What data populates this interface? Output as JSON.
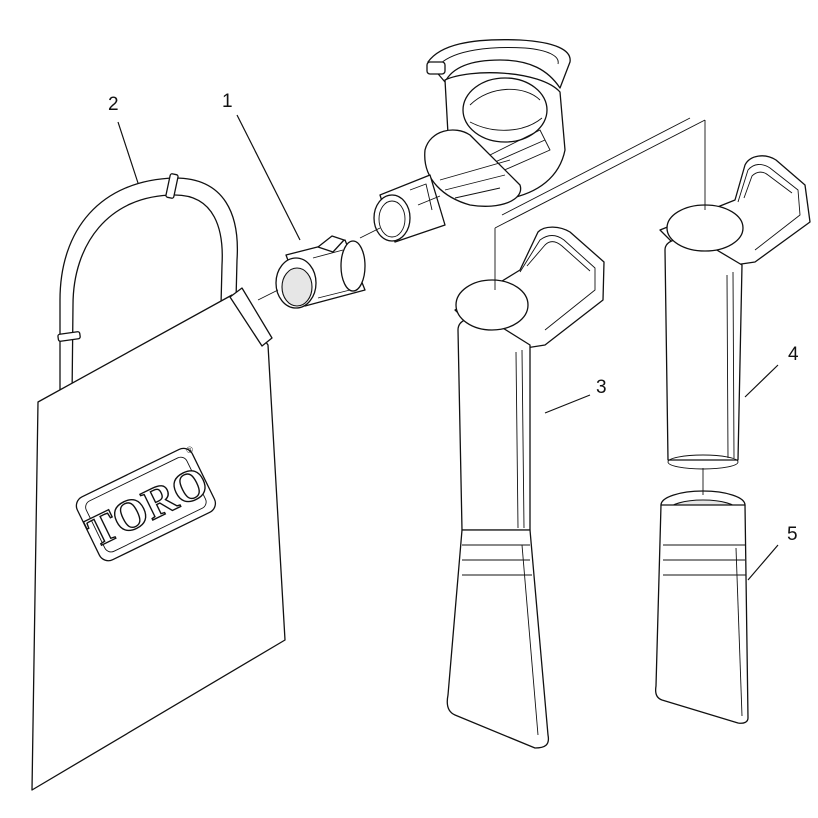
{
  "callouts": [
    {
      "id": "1",
      "label": "1"
    },
    {
      "id": "2",
      "label": "2"
    },
    {
      "id": "3",
      "label": "3"
    },
    {
      "id": "4",
      "label": "4"
    },
    {
      "id": "5",
      "label": "5"
    }
  ],
  "logo": {
    "text": "TORO",
    "mark": "®"
  }
}
